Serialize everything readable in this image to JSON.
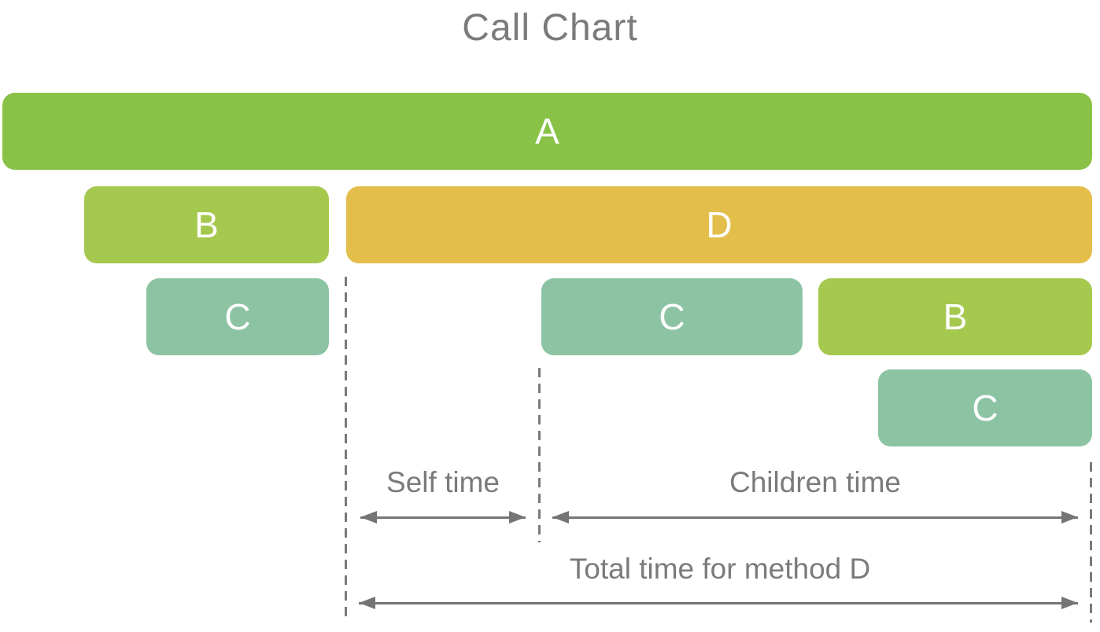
{
  "title": "Call Chart",
  "palette": {
    "method_a_green": "#89C247",
    "method_b_green": "#A5C84E",
    "method_c_sage": "#8CC4A3",
    "method_d_gold": "#E4BE4B",
    "label_gray": "#7B7B7B",
    "arrow_gray": "#757575"
  },
  "bars": [
    {
      "label": "A",
      "row": 1,
      "color": "#89C247"
    },
    {
      "label": "B",
      "row": 2,
      "color": "#A5C84E"
    },
    {
      "label": "D",
      "row": 2,
      "color": "#E4BE4B"
    },
    {
      "label": "C",
      "row": 3,
      "color": "#8CC4A3"
    },
    {
      "label": "C",
      "row": 3,
      "color": "#8CC4A3"
    },
    {
      "label": "B",
      "row": 3,
      "color": "#A5C84E"
    },
    {
      "label": "C",
      "row": 4,
      "color": "#8CC4A3"
    }
  ],
  "annotations": {
    "self_time": "Self time",
    "children_time": "Children time",
    "total_time": "Total time for method D"
  }
}
